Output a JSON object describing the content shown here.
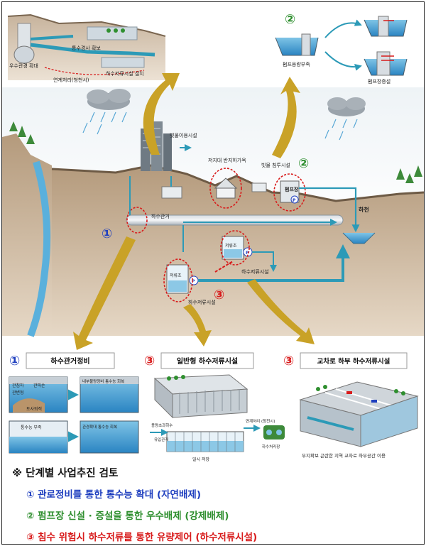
{
  "top_left_panel": {
    "labels": [
      "통수경사 확보",
      "우수관경 확대",
      "하수저류시설 설치",
      "연계처리(청천시)"
    ]
  },
  "top_right_panel": {
    "marker": "②",
    "labels": [
      "펌프용량부족",
      "펌프장증설"
    ]
  },
  "center": {
    "labels": [
      "빗물이용시설",
      "저지대 반지하가옥",
      "빗물 침투시설",
      "펌프장",
      "하수관거",
      "하천",
      "하수저류시설",
      "하수저류시설",
      "저류조",
      "저류조",
      "P",
      "P",
      "P"
    ],
    "markers": [
      "①",
      "②",
      "③"
    ]
  },
  "bottom_panels": [
    {
      "marker": "①",
      "title": "하수관거정비",
      "labels": [
        "관침하",
        "관파손",
        "관변형",
        "토사퇴적",
        "내부불량정비 통수능 회복",
        "통수능 부족",
        "관경확대 통수능 회복"
      ]
    },
    {
      "marker": "③",
      "title": "일반형 하수저류시설",
      "labels": [
        "용량초과하수",
        "유입관거",
        "연계처리 (청천시)",
        "일시 저장",
        "하수처리장"
      ]
    },
    {
      "marker": "③",
      "title": "교차로 하부 하수저류시설",
      "labels": [
        "부지확보 곤란한 지역 교차로 하부공간 이용"
      ]
    }
  ],
  "summary": {
    "heading": "※ 단계별 사업추진 검토",
    "items": [
      "① 관로정비를 통한 통수능 확대 (자연배제)",
      "② 펌프장 신설 · 증설을 통한 우수배제 (강제배제)",
      "③ 침수 위험시 하수저류를 통한 유량제어 (하수저류시설)"
    ]
  },
  "colors": {
    "blue": "#1f3fbf",
    "green": "#2f8f2f",
    "red": "#d81b1b",
    "arrow": "#c9a227",
    "pipe": "#2c9ab7"
  }
}
